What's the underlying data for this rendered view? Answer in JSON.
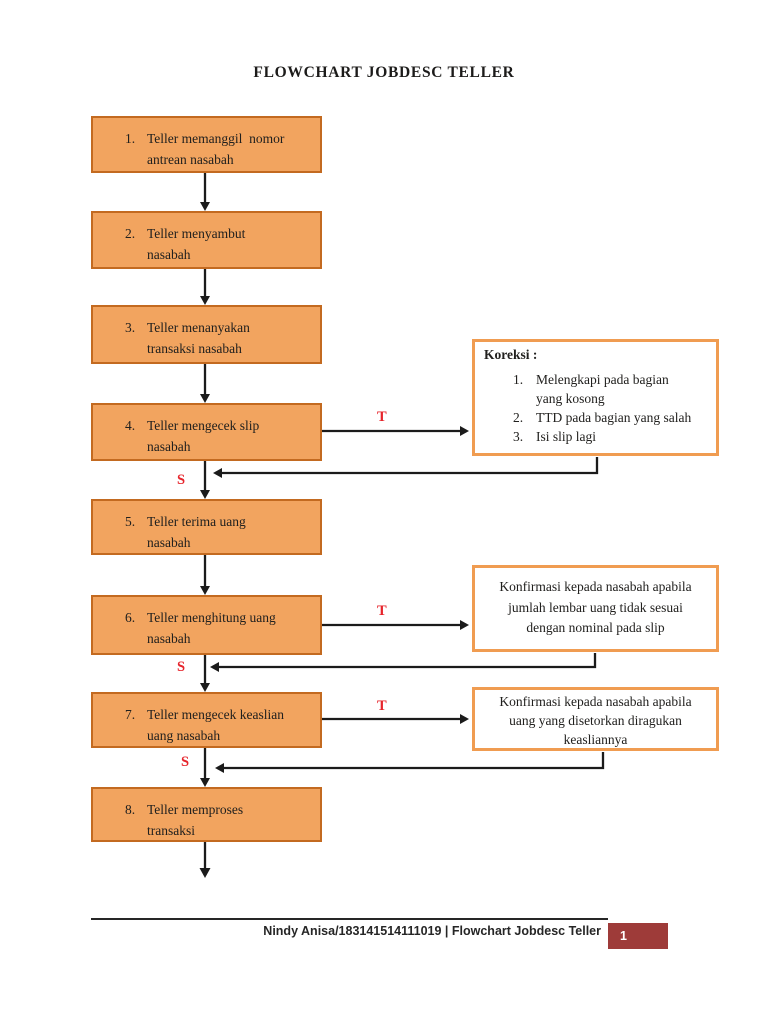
{
  "title": "FLOWCHART JOBDESC TELLER",
  "flow": {
    "branch_true_label": "T",
    "branch_false_label": "S",
    "steps": [
      {
        "num": "1.",
        "text": "Teller memanggil  nomor\nantrean nasabah"
      },
      {
        "num": "2.",
        "text": "Teller menyambut\nnasabah"
      },
      {
        "num": "3.",
        "text": "Teller menanyakan\ntransaksi nasabah"
      },
      {
        "num": "4.",
        "text": "Teller mengecek slip\nnasabah"
      },
      {
        "num": "5.",
        "text": "Teller terima uang\nnasabah"
      },
      {
        "num": "6.",
        "text": "Teller menghitung uang\nnasabah"
      },
      {
        "num": "7.",
        "text": "Teller mengecek keaslian\nuang nasabah"
      },
      {
        "num": "8.",
        "text": "Teller memproses\ntransaksi"
      }
    ]
  },
  "side_boxes": {
    "koreksi": {
      "title": "Koreksi :",
      "items": [
        {
          "num": "1.",
          "text": "Melengkapi pada bagian\nyang kosong"
        },
        {
          "num": "2.",
          "text": "TTD pada bagian yang salah"
        },
        {
          "num": "3.",
          "text": "Isi slip lagi"
        }
      ]
    },
    "konfirmasi_jumlah": {
      "text": "Konfirmasi kepada nasabah apabila\njumlah lembar uang tidak sesuai\ndengan nominal pada slip"
    },
    "konfirmasi_keaslian": {
      "text": "Konfirmasi kepada nasabah apabila\nuang yang disetorkan diragukan\nkeasliannya"
    }
  },
  "footer": {
    "text": "Nindy Anisa/183141514111019 | Flowchart Jobdesc Teller",
    "page_number": "1"
  },
  "colors": {
    "process_fill": "#F2A45F",
    "process_border": "#C36A20",
    "side_box_border": "#F09C51",
    "branch_label": "#E6242B",
    "page_badge": "#9E3B39"
  }
}
